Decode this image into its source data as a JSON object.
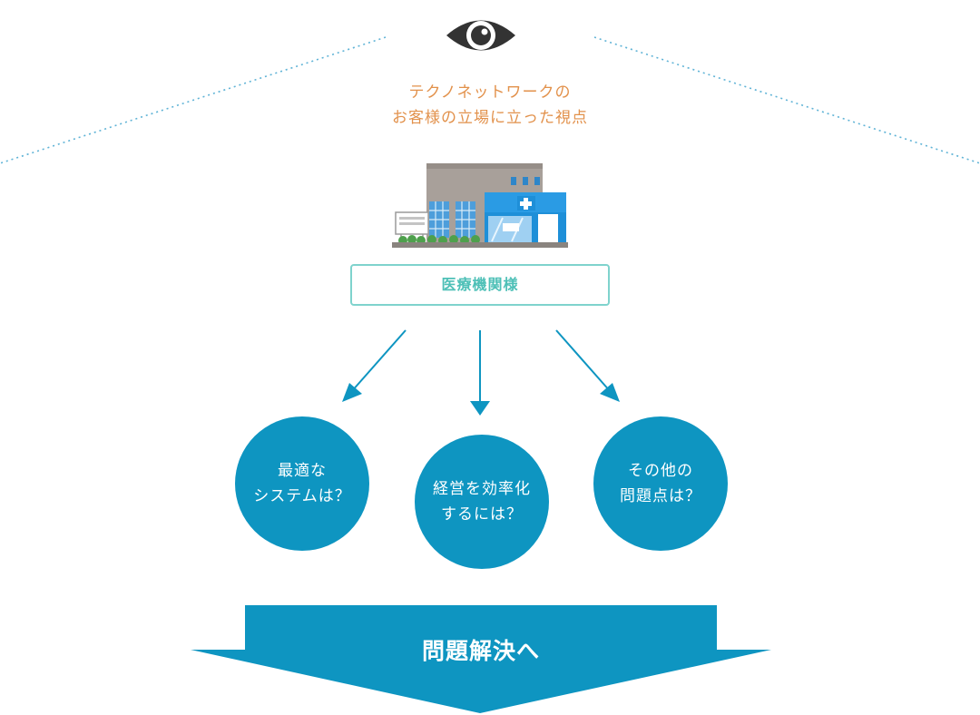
{
  "header": {
    "icon": "eye-icon",
    "tagline_line1": "テクノネットワークの",
    "tagline_line2": "お客様の立場に立った視点"
  },
  "client": {
    "icon": "hospital-building-icon",
    "label": "医療機関様"
  },
  "questions": [
    {
      "line1": "最適な",
      "line2": "システムは？"
    },
    {
      "line1": "経営を効率化",
      "line2": "するには？"
    },
    {
      "line1": "その他の",
      "line2": "問題点は？"
    }
  ],
  "result": {
    "label": "問題解決へ"
  },
  "colors": {
    "accent_blue": "#0e95c1",
    "tagline_orange": "#e2914b",
    "box_teal": "#4ec0b7",
    "dotted_line": "#5fb3d6"
  }
}
